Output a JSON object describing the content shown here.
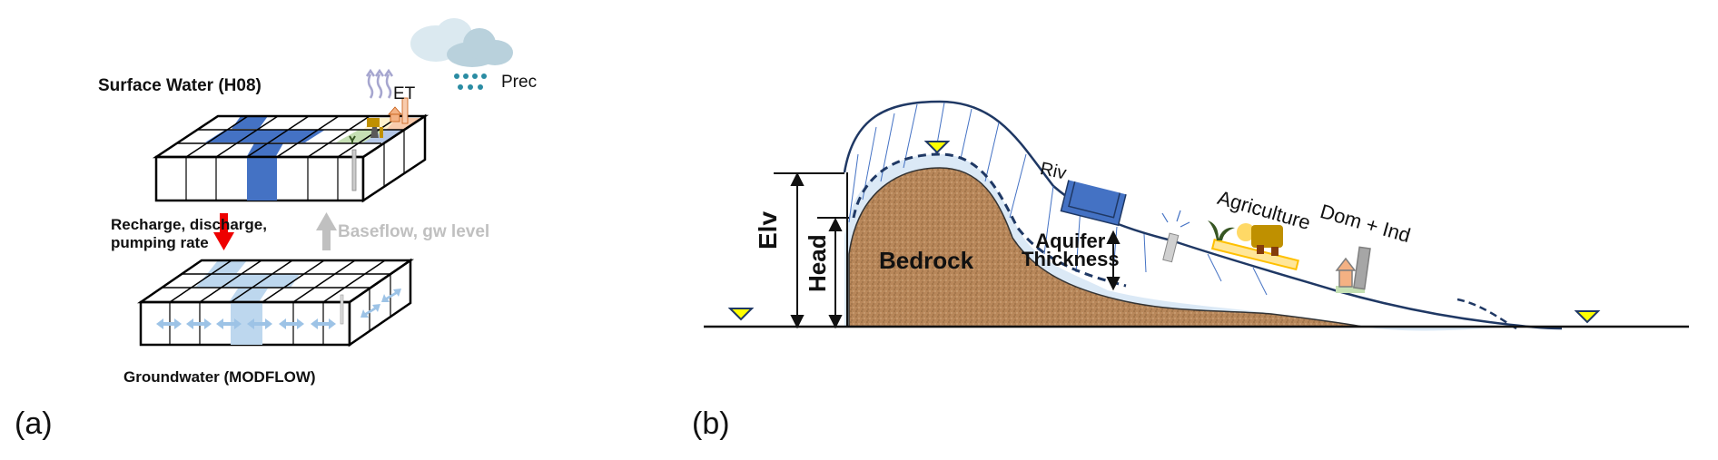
{
  "panel_a": {
    "label": "(a)",
    "surface_title": "Surface Water (H08)",
    "et_label": "ET",
    "prec_label": "Prec",
    "down_flux_line1": "Recharge, discharge,",
    "down_flux_line2": "pumping rate",
    "up_flux_label": "Baseflow, gw level",
    "groundwater_title": "Groundwater (MODFLOW)",
    "colors": {
      "river_cells": "#4472c4",
      "gw_cells": "#bdd7ee",
      "down_arrow": "#ee0000",
      "up_arrow": "#c0c0c0",
      "flow_arrows": "#9dc3e6"
    }
  },
  "panel_b": {
    "label": "(b)",
    "elv_label": "Elv",
    "head_label": "Head",
    "bedrock_label": "Bedrock",
    "aquifer_line1": "Aquifer",
    "aquifer_line2": "Thickness",
    "river_label": "Riv",
    "agriculture_label": "Agriculture",
    "dom_ind_label": "Dom + Ind",
    "colors": {
      "bedrock": "#b8875a",
      "aquifer": "#dbe9f6",
      "surface_line": "#1f3864",
      "water_table_marker": "#ffff00",
      "river_channel": "#4472c4"
    }
  }
}
